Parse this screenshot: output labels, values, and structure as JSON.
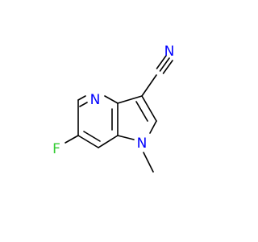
{
  "molecule": {
    "atoms": [
      {
        "id": "N_nitrile",
        "symbol": "N",
        "color": "#0000ff"
      },
      {
        "id": "N_pyridine",
        "symbol": "N",
        "color": "#0000ff"
      },
      {
        "id": "N_pyrrole",
        "symbol": "N",
        "color": "#0000ff"
      },
      {
        "id": "F",
        "symbol": "F",
        "color": "#33cc33"
      }
    ]
  },
  "colors": {
    "bond": "#000000",
    "nitrogen": "#0000ff",
    "fluorine": "#33cc33",
    "background": "#ffffff"
  }
}
